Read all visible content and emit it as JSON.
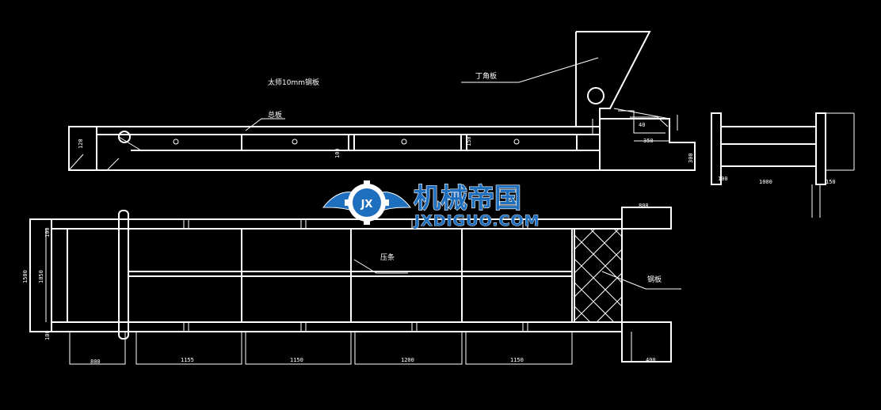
{
  "annotations": {
    "top_note": "太师10mm钢板",
    "wedge_leader": "丁角板",
    "rail_leader": "总板",
    "plan_leader": "压条",
    "hatch_leader": "钢板"
  },
  "dimensions": {
    "side_left_height": "120",
    "side_right_height": "300",
    "side_mid_a": "100",
    "side_mid_b": "150",
    "wedge_w1": "40",
    "wedge_w2": "350",
    "end_view_left": "100",
    "end_view_span": "1000",
    "end_view_right": "150",
    "plan_total_height": "1500",
    "plan_inner_height": "1050",
    "plan_top_small": "100",
    "plan_bottom_small": "100",
    "plan_right_top": "800",
    "plan_bottom_left": "800",
    "bay_1": "1155",
    "bay_2": "1150",
    "bay_3": "1200",
    "bay_4": "1150",
    "plan_right_bottom": "400"
  },
  "logo": {
    "name_cn": "机械帝国",
    "url": "JXDIGUO.COM",
    "badge": "JX"
  },
  "colors": {
    "background": "#000000",
    "linework": "#ffffff",
    "logo_blue": "#1f6fbf"
  }
}
